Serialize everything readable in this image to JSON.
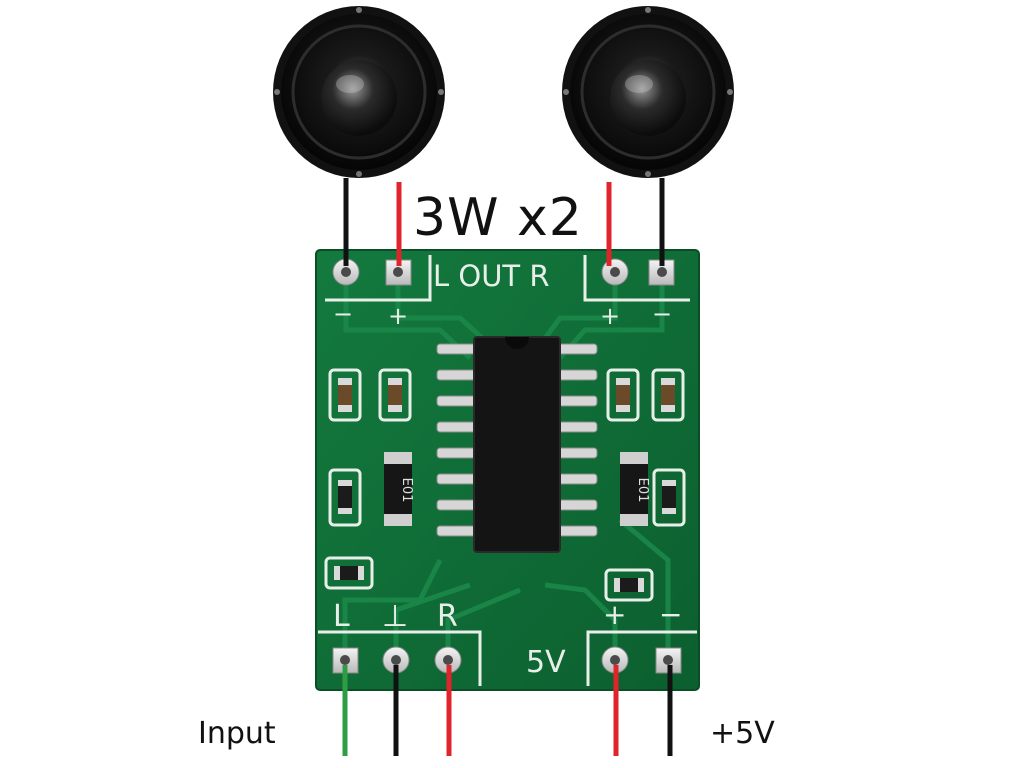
{
  "title": "3W x2",
  "labels": {
    "input": "Input",
    "power": "+5V"
  },
  "board": {
    "output_silk": "L OUT R",
    "output_polarity": [
      "−",
      "+",
      "+",
      "−"
    ],
    "input_silk": [
      "L",
      "⊥",
      "R"
    ],
    "power_silk": "5V",
    "power_polarity": [
      "+",
      "−"
    ],
    "inductor_marking": "E01"
  },
  "wire_colors": {
    "red": "#e0242b",
    "black": "#111111",
    "green": "#2e9e44",
    "pcb": "#0f6b35",
    "silk": "#e8efe9"
  }
}
